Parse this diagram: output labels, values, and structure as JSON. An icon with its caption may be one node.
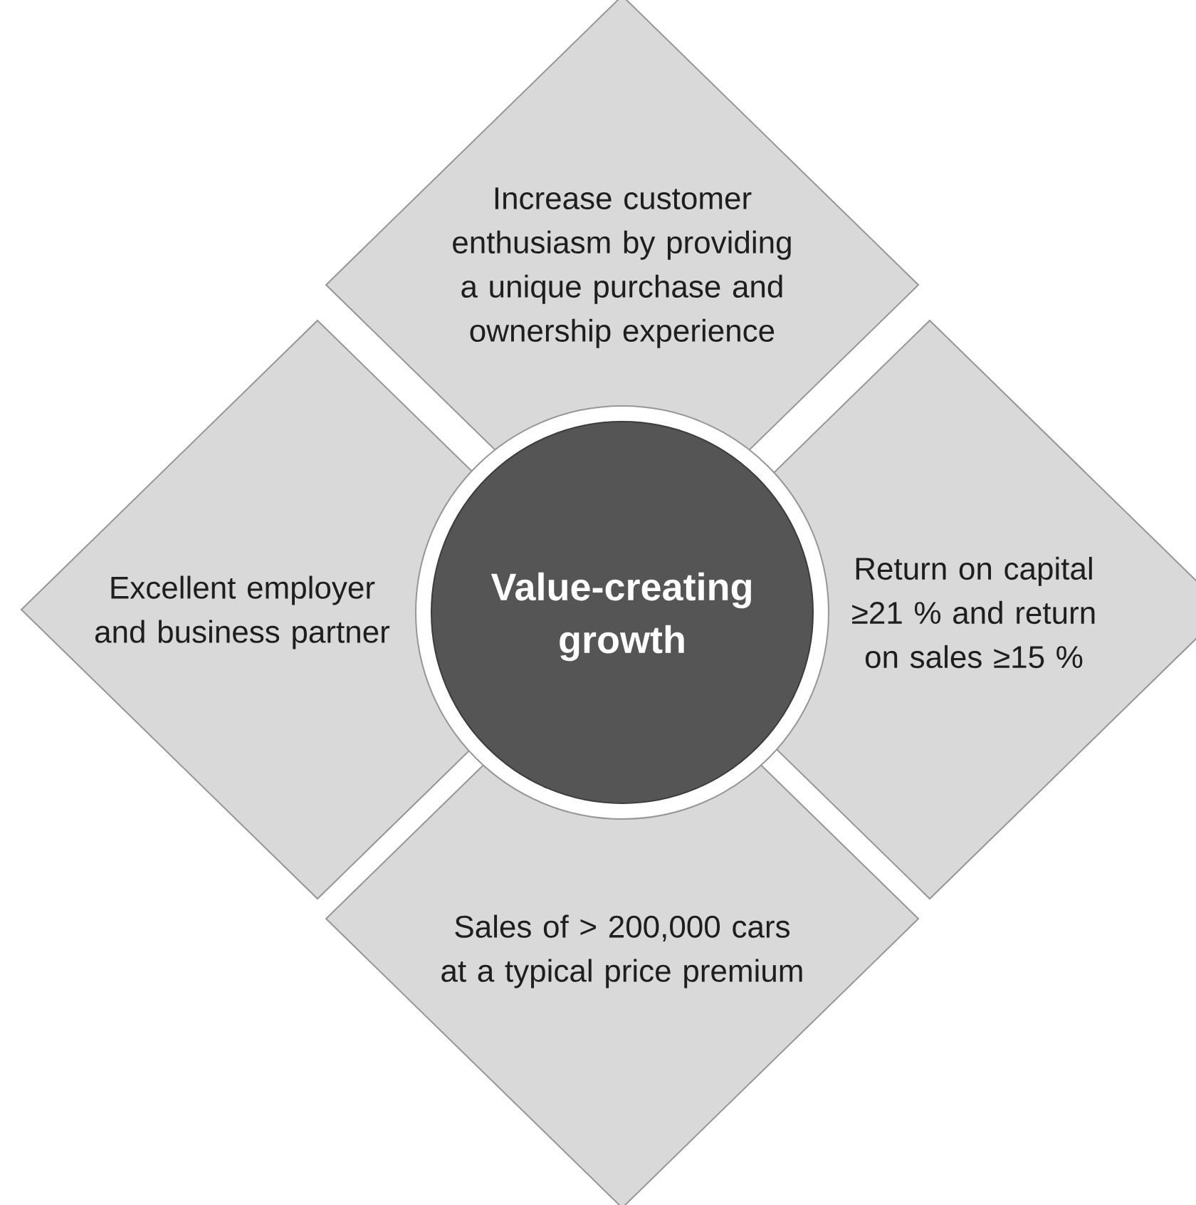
{
  "diagram": {
    "nodes": [
      {
        "text": [
          "Increase customer enthusiasm by providing a unique purchase and ownership experience"
        ]
      },
      {
        "text": [
          "Excellent employer and business partner"
        ]
      },
      {
        "text": [
          "Value-creating growth"
        ]
      },
      {
        "text": [
          "Return on capital ≥21 % and return on sales ≥15 %"
        ]
      },
      {
        "text": [
          "Sales of > 200,000 cars at a typical price premium"
        ]
      }
    ],
    "edges": []
  }
}
